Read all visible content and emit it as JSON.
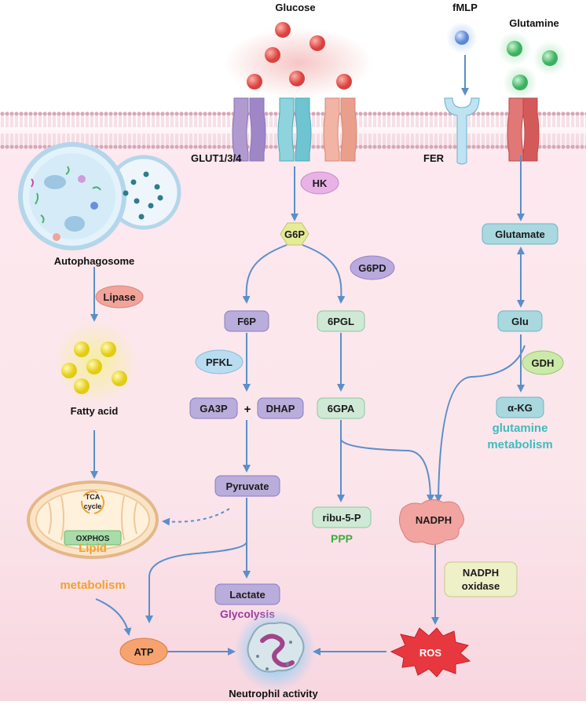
{
  "colors": {
    "pill_purple": "#b9addb",
    "pill_green": "#cfe9d6",
    "pill_teal": "#a9d8df",
    "enzyme_pink": "#e8b2e6",
    "enzyme_blue": "#b9dcf0",
    "enzyme_lavender": "#b9a9dd",
    "lipase": "#f2a49a",
    "gdh": "#cbe9a8",
    "nadph_oxidase": "#eef0c8",
    "atp": "#f7a36f",
    "ros": "#e8383f",
    "lipid_text": "#f2a22e",
    "glycolysis_text": "#9b3c9f",
    "ppp_text": "#3aae3a",
    "glutamine_text": "#3fbcbc",
    "arrow": "#5b8fc8"
  },
  "inputs": {
    "glucose": "Glucose",
    "fmlp": "fMLP",
    "glutamine": "Glutamine"
  },
  "membrane": {
    "glut": "GLUT1/3/4",
    "fer": "FER"
  },
  "autophagy": {
    "autophagosome": "Autophagosome",
    "lipase": "Lipase",
    "fatty_acid": "Fatty acid",
    "tca": "TCA cycle",
    "oxphos": "OXPHOS",
    "lipid_label": "Lipid metabolism"
  },
  "glycolysis": {
    "hk": "HK",
    "g6p": "G6P",
    "f6p": "F6P",
    "pfkl": "PFKL",
    "ga3p": "GA3P",
    "plus": "+",
    "dhap": "DHAP",
    "pyruvate": "Pyruvate",
    "lactate": "Lactate",
    "label": "Glycolysis"
  },
  "ppp": {
    "g6pd": "G6PD",
    "g6pgl": "6PGL",
    "g6pga": "6GPA",
    "ribu": "ribu-5-P",
    "label": "PPP"
  },
  "glutamine_pathway": {
    "glutamate": "Glutamate",
    "glu": "Glu",
    "gdh": "GDH",
    "akg": "α-KG",
    "label": "glutamine metabolism"
  },
  "outputs": {
    "nadph": "NADPH",
    "nadph_oxidase": "NADPH oxidase",
    "ros": "ROS",
    "atp": "ATP",
    "neutrophil": "Neutrophil activity"
  }
}
